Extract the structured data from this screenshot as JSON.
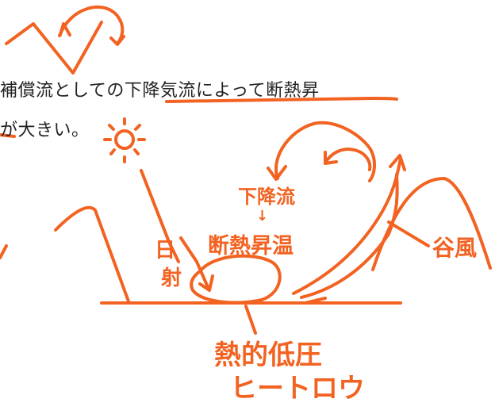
{
  "printed_text": {
    "line1": "補償流としての下降気流によって断熱昇",
    "line2": "が大きい。"
  },
  "handwritten": {
    "ninsha_char1": "日",
    "ninsha_char2": "射",
    "downflow": "下降流",
    "downflow_arrow": "↓",
    "adiabatic_warming": "断熱昇温",
    "valley_wind": "谷風",
    "thermal_low": "熱的低圧",
    "heat_low": "ヒートロウ"
  },
  "colors": {
    "ink": "#f26322",
    "text": "#222222"
  }
}
